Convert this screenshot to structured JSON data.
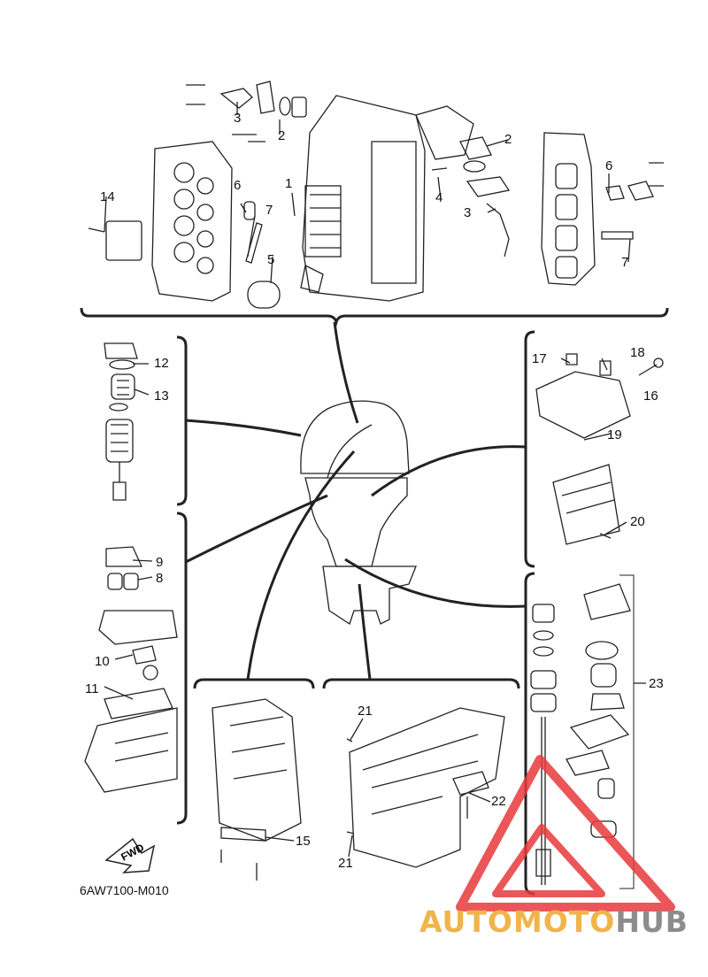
{
  "diagram": {
    "code": "6AW7100-M010",
    "fwd_label": "FWD",
    "callouts": {
      "c1": "1",
      "c2a": "2",
      "c2b": "2",
      "c3a": "3",
      "c3b": "3",
      "c4": "4",
      "c5": "5",
      "c6a": "6",
      "c6b": "6",
      "c7a": "7",
      "c7b": "7",
      "c8": "8",
      "c9": "9",
      "c10": "10",
      "c11": "11",
      "c12": "12",
      "c13": "13",
      "c14": "14",
      "c15": "15",
      "c16": "16",
      "c17": "17",
      "c18": "18",
      "c19": "19",
      "c20": "20",
      "c21a": "21",
      "c21b": "21",
      "c22": "22",
      "c23": "23"
    }
  },
  "watermark": {
    "part1": "AUTOMOTO",
    "part2": "HUB",
    "color1": "#f0b44a",
    "color2": "#8c8c8c",
    "triangle_color": "#e8383b"
  }
}
